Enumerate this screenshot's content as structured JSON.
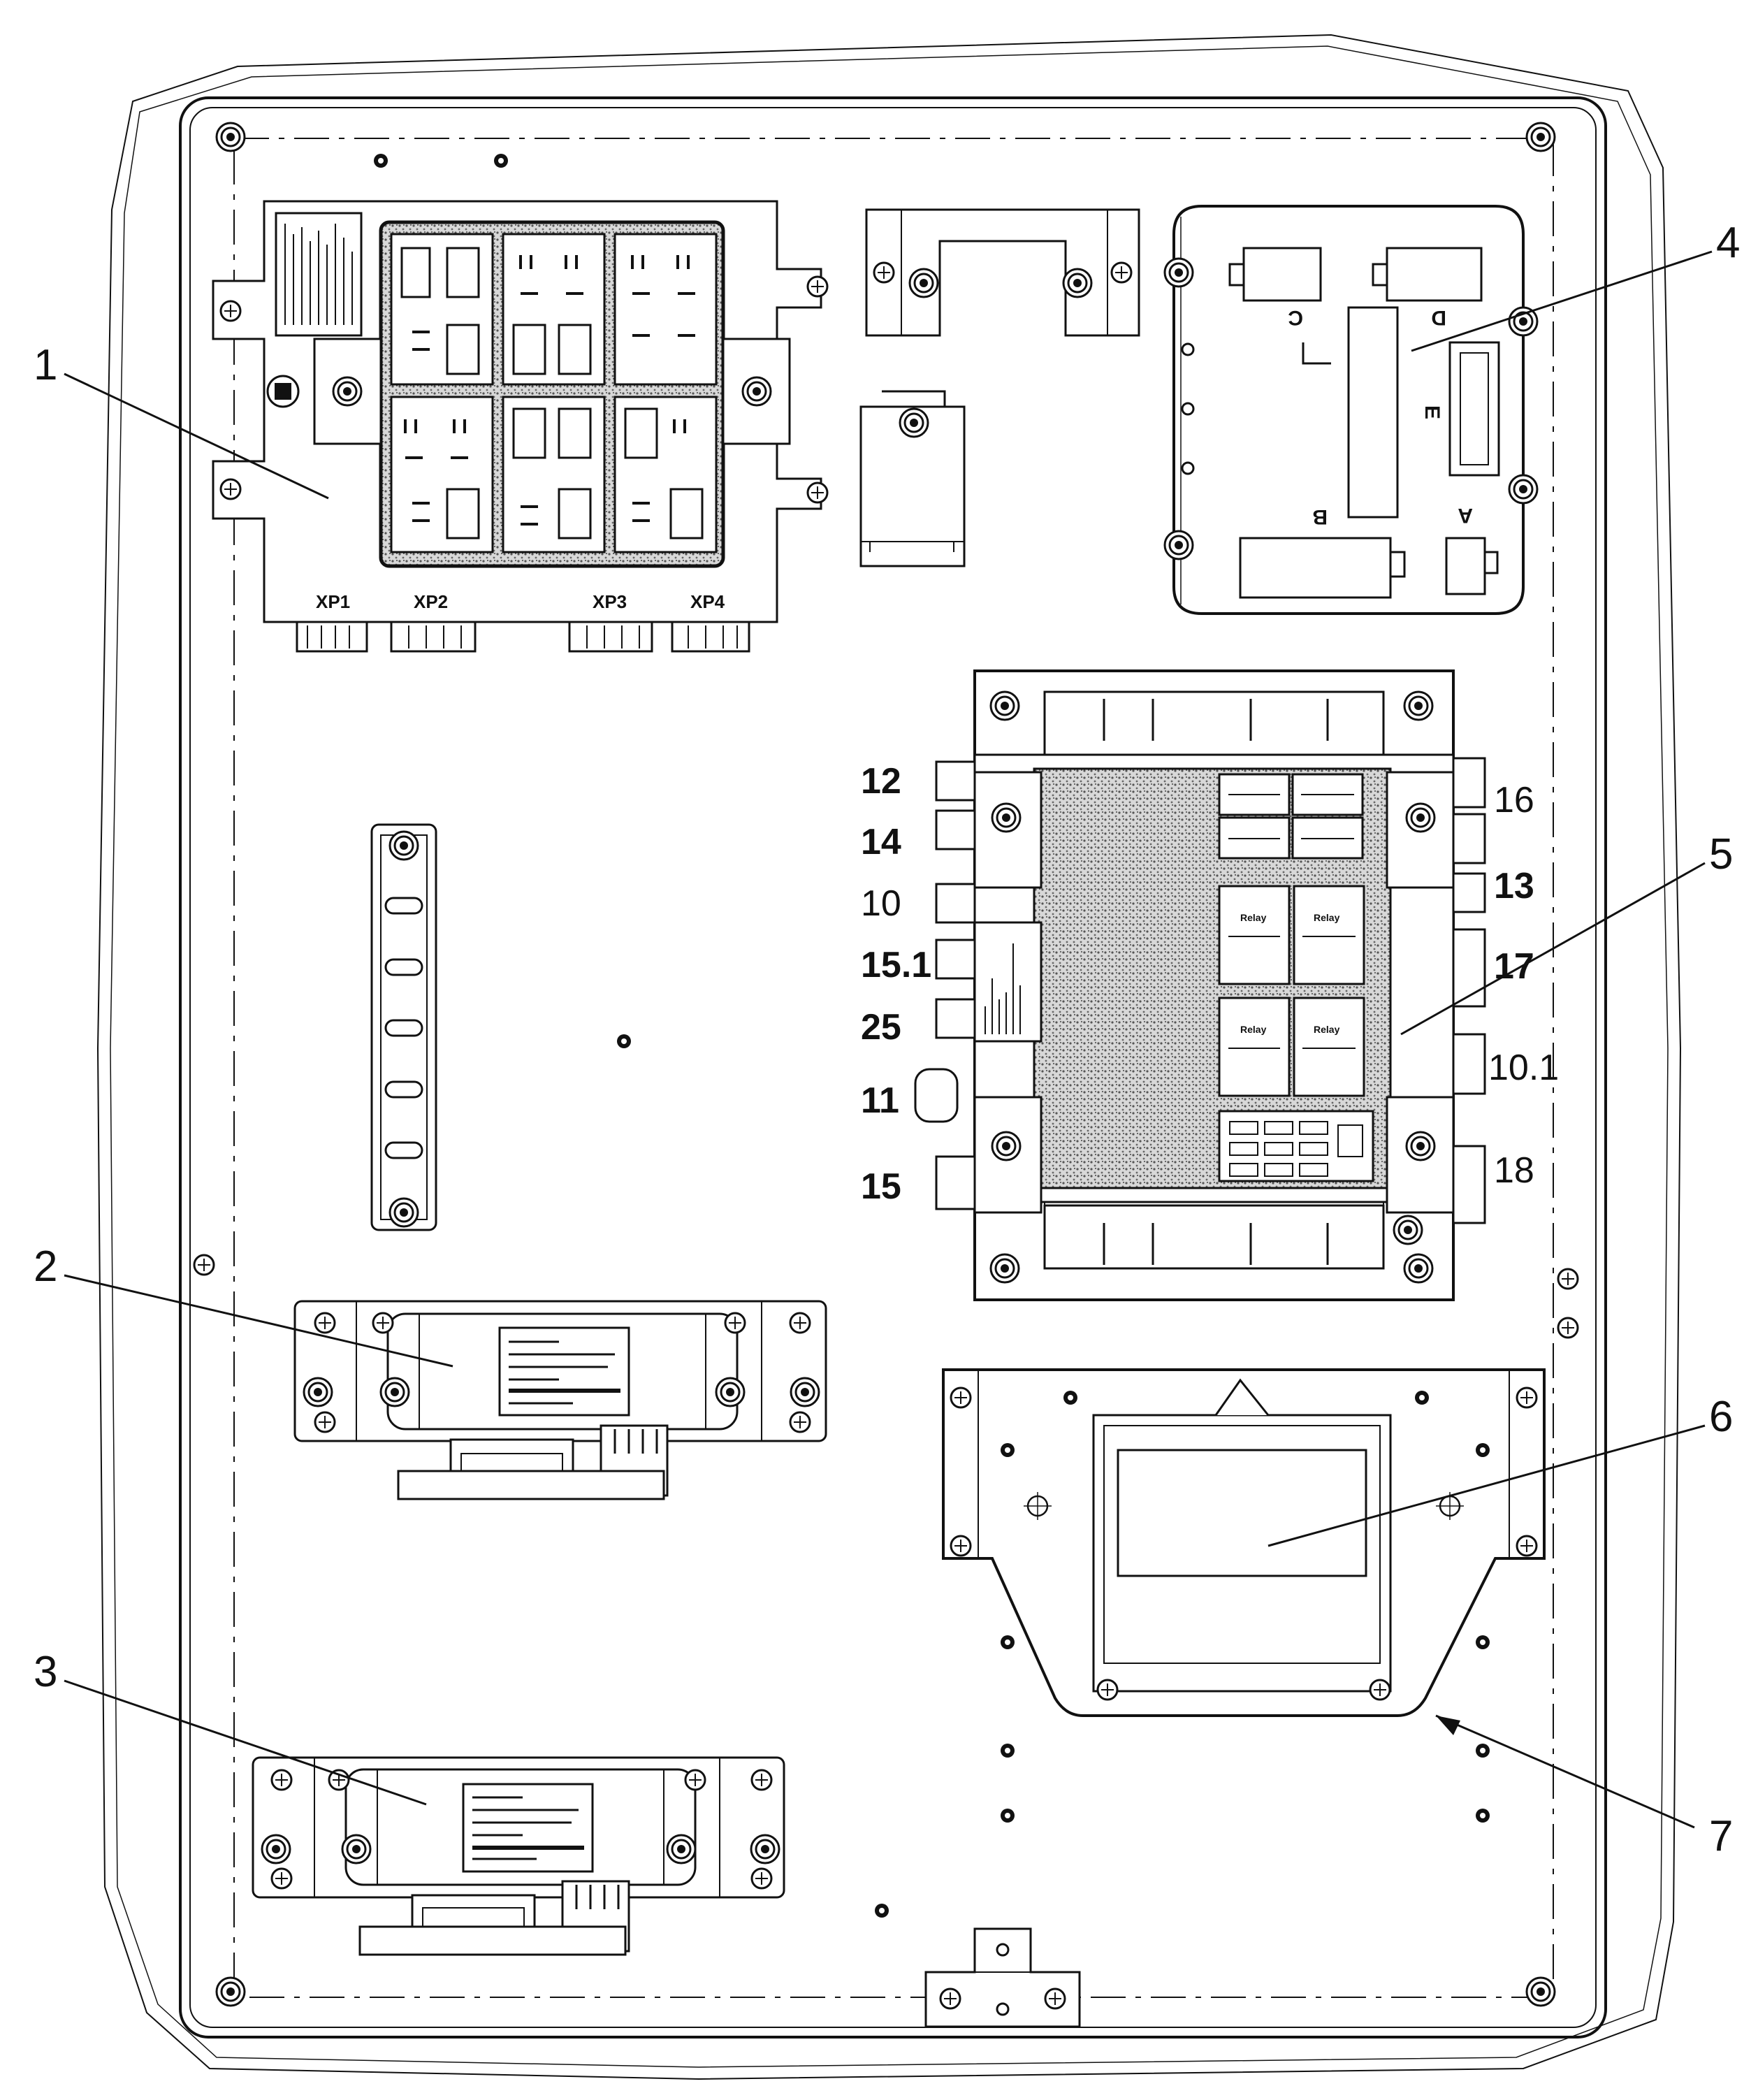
{
  "callouts": [
    "1",
    "2",
    "3",
    "4",
    "5",
    "6",
    "7"
  ],
  "fuse_block": {
    "connectors": [
      "XP1",
      "XP2",
      "XP3",
      "XP4"
    ]
  },
  "relay_unit": {
    "socket_letters": [
      "C",
      "D",
      "E",
      "B",
      "A"
    ]
  },
  "mounting_block": {
    "left_labels": [
      "12",
      "14",
      "10",
      "15.1",
      "25",
      "11",
      "15"
    ],
    "right_labels": [
      "16",
      "13",
      "17",
      "10.1",
      "18"
    ],
    "relay_text": "Relay"
  },
  "colors": {
    "line": "#111111",
    "paper": "#ffffff",
    "stipple": "#8a8a8a"
  }
}
